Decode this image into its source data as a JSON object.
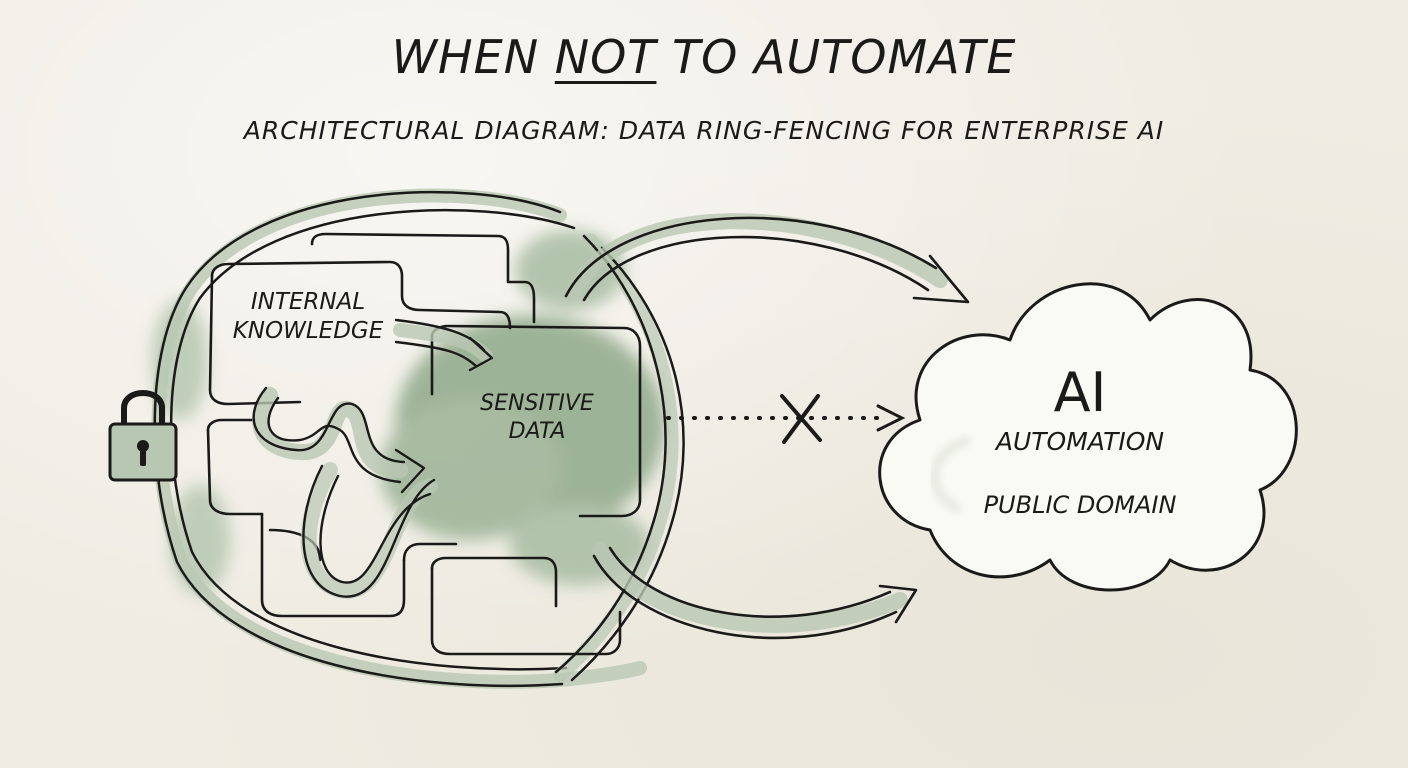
{
  "title": {
    "pre": "When ",
    "emphasis": "NOT",
    "post": " to Automate"
  },
  "subtitle": "Architectural diagram: data ring-fencing for enterprise AI",
  "nodes": {
    "internal_knowledge": "Internal Knowledge",
    "sensitive_data": "Sensitive Data",
    "ai": "AI",
    "automation": "Automation",
    "public_domain": "Public Domain"
  },
  "icons": {
    "lock": "padlock-icon",
    "blocked": "x-mark-icon"
  },
  "colors": {
    "ink": "#1a1a18",
    "wash_green": "#8fa98a",
    "wash_green_dark": "#6f8c6b",
    "paper": "#efece3",
    "cloud_fill": "#f8f8f3"
  }
}
